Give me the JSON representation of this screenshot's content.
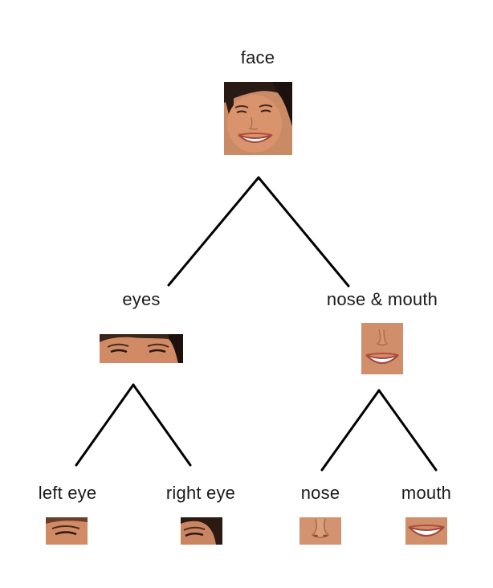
{
  "nodes": {
    "face": {
      "label": "face"
    },
    "eyes": {
      "label": "eyes"
    },
    "nose_mouth": {
      "label": "nose & mouth"
    },
    "left_eye": {
      "label": "left eye"
    },
    "right_eye": {
      "label": "right eye"
    },
    "nose": {
      "label": "nose"
    },
    "mouth": {
      "label": "mouth"
    }
  }
}
